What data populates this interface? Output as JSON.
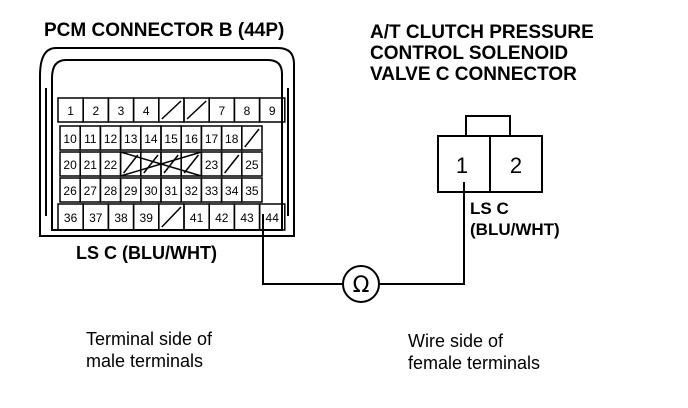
{
  "pcm_connector": {
    "title": "PCM CONNECTOR B (44P)",
    "wire_label": "LS C (BLU/WHT)",
    "rows": [
      [
        "1",
        "2",
        "3",
        "4",
        "",
        "",
        "7",
        "8",
        "9"
      ],
      [
        "10",
        "11",
        "12",
        "13",
        "14",
        "15",
        "16",
        "17",
        "18",
        ""
      ],
      [
        "20",
        "21",
        "22",
        "",
        "",
        "",
        "",
        "23",
        "",
        "25"
      ],
      [
        "26",
        "27",
        "28",
        "29",
        "30",
        "31",
        "32",
        "33",
        "34",
        "35"
      ],
      [
        "36",
        "37",
        "38",
        "39",
        "",
        "41",
        "42",
        "43",
        "44"
      ]
    ]
  },
  "solenoid_connector": {
    "title_lines": [
      "A/T CLUTCH PRESSURE",
      "CONTROL SOLENOID",
      "VALVE C CONNECTOR"
    ],
    "pins": [
      "1",
      "2"
    ],
    "wire_label_lines": [
      "LS C",
      "(BLU/WHT)"
    ]
  },
  "meter": {
    "symbol": "Ω"
  },
  "notes": {
    "left_lines": [
      "Terminal side of",
      "male terminals"
    ],
    "right_lines": [
      "Wire side of",
      "female terminals"
    ]
  }
}
